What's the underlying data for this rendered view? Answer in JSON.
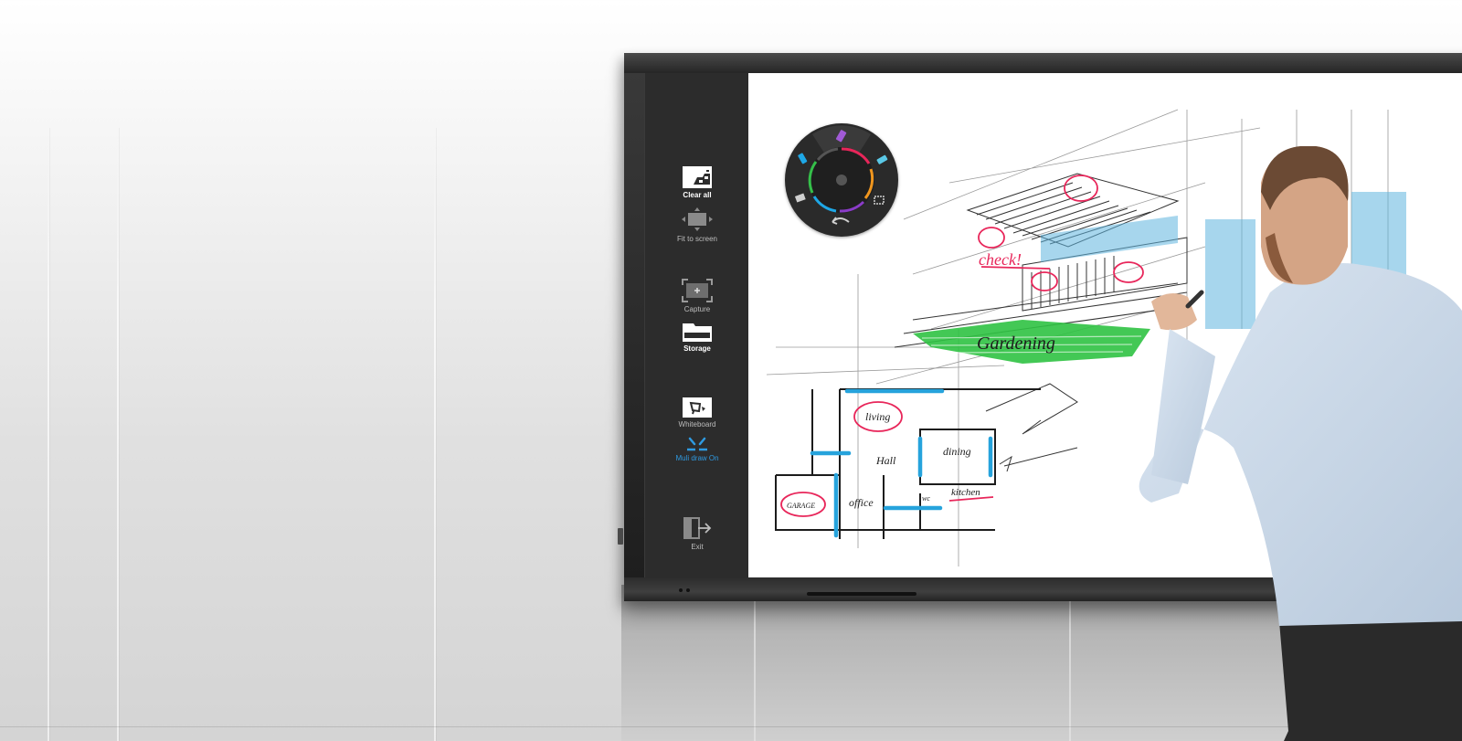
{
  "sidebar": {
    "items": [
      {
        "id": "clear-all",
        "label": "Clear all",
        "icon": "clear-all-icon",
        "style": "bright"
      },
      {
        "id": "fit-to-screen",
        "label": "Fit to screen",
        "icon": "fit-to-screen-icon",
        "style": "normal"
      },
      {
        "id": "capture",
        "label": "Capture",
        "icon": "capture-icon",
        "style": "normal"
      },
      {
        "id": "storage",
        "label": "Storage",
        "icon": "folder-icon",
        "style": "bright"
      },
      {
        "id": "whiteboard",
        "label": "Whiteboard",
        "icon": "whiteboard-icon",
        "style": "normal"
      },
      {
        "id": "multi-draw",
        "label": "Muli draw On",
        "icon": "multi-draw-icon",
        "style": "active"
      },
      {
        "id": "exit",
        "label": "Exit",
        "icon": "exit-icon",
        "style": "normal"
      }
    ]
  },
  "tool_wheel": {
    "tools": [
      "marker-purple",
      "marker-cyan",
      "marker-blue",
      "eraser",
      "undo",
      "select"
    ],
    "colors": {
      "ring_red": "#e8265a",
      "ring_orange": "#f0961e",
      "ring_purple": "#8a3cc8",
      "ring_blue": "#1ea7e6",
      "ring_green": "#35c04a",
      "ring_gray": "#555555"
    }
  },
  "sketch": {
    "annotations": {
      "check": "check!",
      "gardening": "Gardening",
      "living": "living",
      "dining": "dining",
      "hall": "Hall",
      "kitchen": "kitchen",
      "office": "office",
      "garage": "GARAGE",
      "wc": "wc"
    },
    "colors": {
      "pink": "#e8265a",
      "blue": "#26a3dc",
      "green": "#2fc242",
      "ink": "#1c1c1c"
    }
  },
  "theme": {
    "sidebar_bg": "#2c2c2c",
    "active_accent": "#2f9ae0"
  }
}
